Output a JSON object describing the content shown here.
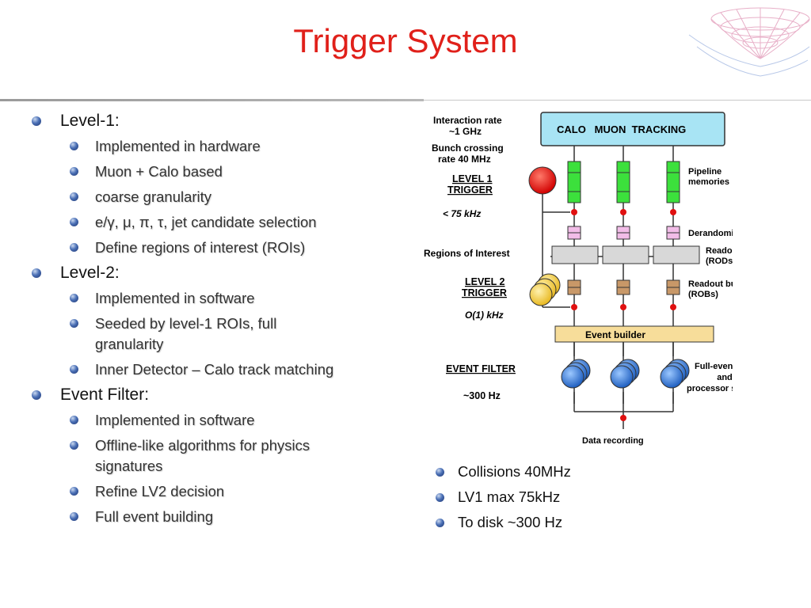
{
  "slide": {
    "title": "Trigger System"
  },
  "left_list": {
    "level1_heading": "Level-1:",
    "level1_items": [
      "Implemented in hardware",
      "Muon + Calo based",
      "coarse granularity",
      "e/γ, μ, π, τ, jet candidate selection",
      "Define regions of interest (ROIs)"
    ],
    "level2_heading": "Level-2:",
    "level2_items": [
      "Implemented in software",
      "Seeded by level-1 ROIs, full granularity",
      "Inner Detector – Calo track matching"
    ],
    "ef_heading": "Event Filter:",
    "ef_items": [
      "Implemented in software",
      "Offline-like algorithms for physics signatures",
      "Refine LV2 decision",
      "Full event building"
    ]
  },
  "diagram": {
    "interaction_rate": [
      "Interaction rate",
      "~1 GHz"
    ],
    "bunch_crossing": [
      "Bunch crossing",
      "rate 40 MHz"
    ],
    "detectors": "CALO   MUON  TRACKING",
    "level1": [
      "LEVEL 1",
      "TRIGGER"
    ],
    "level1_rate": "< 75 kHz",
    "pipeline": [
      "Pipeline",
      "memories"
    ],
    "derandomizers": "Derandomizers",
    "regions_of_interest": "Regions of Interest",
    "readout_drivers": [
      "Readout drivers",
      "(RODs)"
    ],
    "level2": [
      "LEVEL 2",
      "TRIGGER"
    ],
    "level2_rate": "O(1) kHz",
    "readout_buffers": [
      "Readout buffers",
      "(ROBs)"
    ],
    "event_builder": "Event builder",
    "event_filter": "EVENT FILTER",
    "ef_rate": "~300 Hz",
    "full_event": [
      "Full-event buffers",
      "and",
      "processor sub-farms"
    ],
    "data_recording": "Data recording"
  },
  "right_list": {
    "items": [
      "Collisions 40MHz",
      "LV1 max 75kHz",
      "To disk ~300 Hz"
    ]
  },
  "colors": {
    "title": "#e0201a",
    "detector_box": "#a8e4f4",
    "pipeline_green": "#3ce03c",
    "level1_red": "#e01010",
    "level2_yellow": "#f5d24a",
    "farm_blue": "#3a7fd8",
    "event_builder": "#f7dd9a",
    "derand_pink": "#f2bde8",
    "rob_brown": "#c89868"
  }
}
